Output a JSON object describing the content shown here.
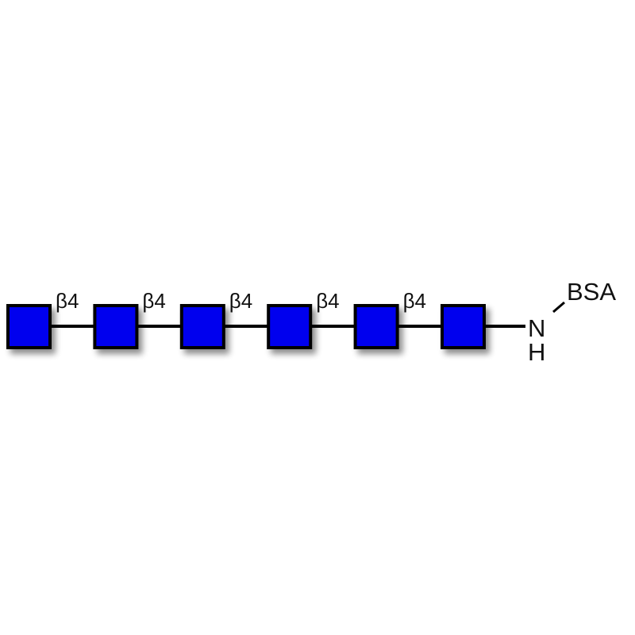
{
  "glycan": {
    "residues": [
      {
        "type": "GlcNAc",
        "shape": "square",
        "color": "#0000ee"
      },
      {
        "type": "GlcNAc",
        "shape": "square",
        "color": "#0000ee"
      },
      {
        "type": "GlcNAc",
        "shape": "square",
        "color": "#0000ee"
      },
      {
        "type": "GlcNAc",
        "shape": "square",
        "color": "#0000ee"
      },
      {
        "type": "GlcNAc",
        "shape": "square",
        "color": "#0000ee"
      },
      {
        "type": "GlcNAc",
        "shape": "square",
        "color": "#0000ee"
      }
    ],
    "linkages": [
      "β4",
      "β4",
      "β4",
      "β4",
      "β4"
    ],
    "linker": {
      "n": "N",
      "h": "H",
      "carrier": "BSA"
    }
  }
}
